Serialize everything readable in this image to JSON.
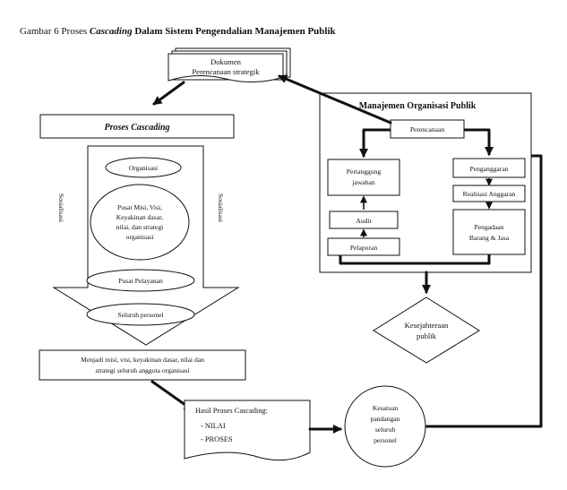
{
  "title_prefix": "Gambar 6 Proses ",
  "title_italic": "Cascading",
  "title_suffix": " Dalam Sistem Pengendalian Manajemen Publik",
  "dokumen": [
    "Dokumen",
    "Perencanaan strategik"
  ],
  "proses_cascading": "Proses Cascading",
  "sosialisasi": "Sosialisasi",
  "funnel_items": {
    "organisasi": "Organisasi",
    "pusat_misi": [
      "Pusat Misi, Visi,",
      "Keyakinan dasar,",
      "nilai, dan strategi",
      "organisasi"
    ],
    "pusat_pelayanan": "Pusat Pelayanan",
    "seluruh_personel": "Seluruh personel"
  },
  "menjadi": [
    "Menjadi misi, visi, keyakinan dasar, nilai dan",
    "strategi seluruh anggota organisasi"
  ],
  "hasil": {
    "title": "Hasil Proses Cascading:",
    "items": [
      "-   NILAI",
      "-   PROSES"
    ]
  },
  "kesatuan": [
    "Kesatuan",
    "pandangan",
    "seluruh",
    "personel"
  ],
  "manajemen": {
    "title": "Manajemen Organisasi Publik",
    "perencanaan": "Perencanaan",
    "penganggaran": "Penganggaran",
    "realisasi": "Realisasi Anggaran",
    "pengadaan": [
      "Pengadaan",
      "Barang & Jasa"
    ],
    "pelaporan": "Pelaporan",
    "audit": "Audit",
    "pertanggung": [
      "Pertanggung",
      "jawaban"
    ]
  },
  "kesejahteraan": [
    "Kesejahteraan",
    "publik"
  ]
}
